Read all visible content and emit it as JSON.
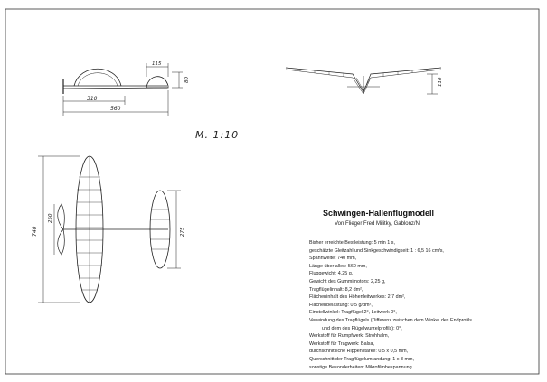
{
  "sheet": {
    "scale_label": "M. 1:10",
    "title": "Schwingen-Hallenflugmodell",
    "subtitle": "Von Flieger Fred Militky, Gablonz/N."
  },
  "dimensions": {
    "side_total": "560",
    "side_front": "310",
    "side_rudder": "115",
    "side_height": "80",
    "front_height": "110",
    "top_span": "740",
    "top_prop": "250",
    "top_tail": "275"
  },
  "specs": [
    "Bisher erreichte Bestleistung: 5 min 1 s,",
    "geschätzte Gleitzahl und Sinkgeschwindigkeit: 1 : 6,5  16 cm/s,",
    "Spannweite: 740 mm,",
    "Länge über alles: 560 mm,",
    "Fluggewicht: 4,25 g,",
    "Gewicht des Gummimotors: 2,25 g,",
    "Tragflügelinhalt: 8,2 dm²,",
    "Flächeninhalt des Höhenleitwerkes: 2,7 dm²,",
    "Flächenbelastung: 0,5 g/dm²,",
    "Einstellwinkel: Tragflügel 2°, Leitwerk 0°,",
    "Verwindung des Tragflügels (Differenz zwischen dem Winkel des Endprofils",
    "und dem des Flügelwurzelprofils): 0°,",
    "Werkstoff für Rumpfwerk: Strohhalm,",
    "Werkstoff für Tragwerk: Balsa,",
    "durchschnittliche Rippenstärke: 0,5 x 0,5 mm,",
    "Querschnitt der Tragflügelumrandung: 1 x 3 mm,",
    "sonstige Besonderheiten: Mikrofilmbespannung."
  ]
}
